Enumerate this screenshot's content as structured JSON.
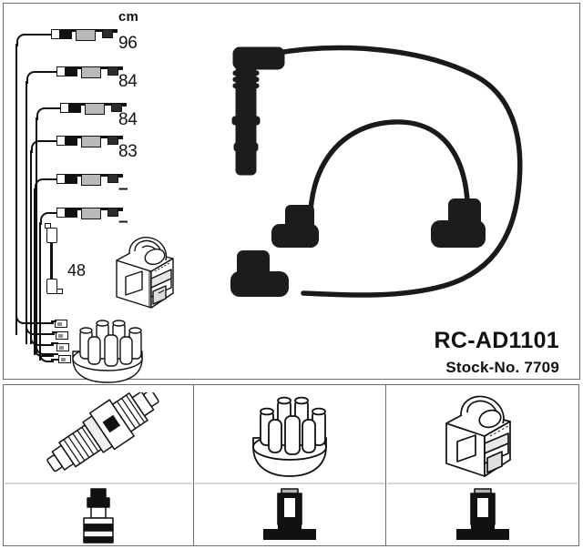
{
  "product": {
    "code": "RC-AD1101",
    "stock_label": "Stock-No. 7709"
  },
  "lengths_table": {
    "unit_header": "cm",
    "rows": [
      {
        "index": 1,
        "value": "96"
      },
      {
        "index": 2,
        "value": "84"
      },
      {
        "index": 3,
        "value": "84"
      },
      {
        "index": 4,
        "value": "83"
      },
      {
        "index": 5,
        "value": "–"
      },
      {
        "index": 6,
        "value": "–"
      }
    ],
    "short_lead_length": "48"
  },
  "schematic": {
    "cable_count": 6,
    "short_lead_label": "48",
    "components": [
      {
        "name": "ignition-coil",
        "label": "ignition coil"
      },
      {
        "name": "distributor-cap",
        "label": "distributor cap"
      }
    ]
  },
  "photo": {
    "description": "ignition cable set",
    "cable_ends": 4,
    "wire_color": "#1a1a1a"
  },
  "bottom_panels": [
    {
      "id": "panel-spark-plug",
      "top_part": "spark-plug",
      "bottom_part": "spark-plug-connector-boot"
    },
    {
      "id": "panel-distributor-cap",
      "top_part": "distributor-cap",
      "bottom_part": "distributor-terminal"
    },
    {
      "id": "panel-ignition-coil",
      "top_part": "ignition-coil",
      "bottom_part": "coil-terminal"
    }
  ],
  "colors": {
    "ink": "#111111",
    "frame": "#6e6e6e",
    "background": "#ffffff",
    "metal_grey": "#b9b9b9"
  }
}
